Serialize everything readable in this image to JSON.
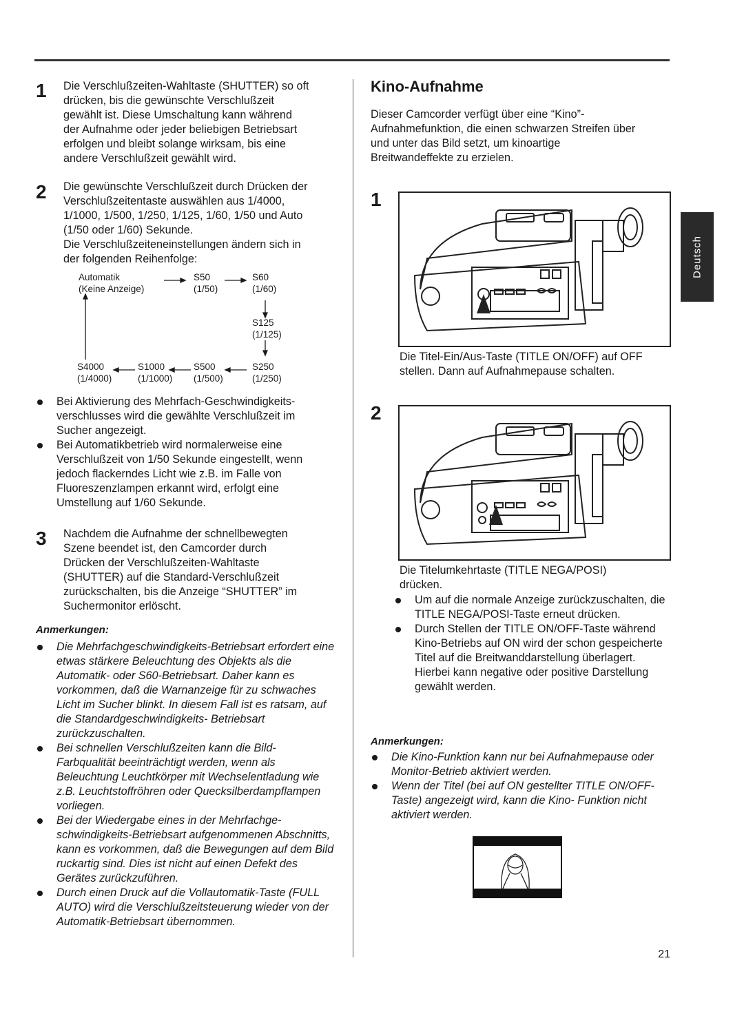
{
  "left": {
    "step1": {
      "num": "1",
      "lines": [
        "Die Verschlußzeiten-Wahltaste (SHUTTER) so oft",
        "drücken, bis die gewünschte Verschlußzeit",
        "gewählt ist. Diese Umschaltung kann während",
        "der Aufnahme oder jeder beliebigen Betriebsart",
        "erfolgen und bleibt solange wirksam, bis eine",
        "andere Verschlußzeit gewählt wird."
      ]
    },
    "step2": {
      "num": "2",
      "lines": [
        "Die gewünschte Verschlußzeit durch Drücken der",
        "Verschlußzeitentaste auswählen aus 1/4000,",
        "1/1000, 1/500, 1/250, 1/125, 1/60, 1/50 und Auto",
        "(1/50 oder 1/60) Sekunde.",
        "Die Verschlußzeiteneinstellungen ändern sich in",
        "der folgenden Reihenfolge:"
      ]
    },
    "sequence": {
      "auto": "Automatik",
      "auto_sub": "(Keine Anzeige)",
      "s50": "S50",
      "s50_sub": "(1/50)",
      "s60": "S60",
      "s60_sub": "(1/60)",
      "s125": "S125",
      "s125_sub": "(1/125)",
      "s4000": "S4000",
      "s4000_sub": "(1/4000)",
      "s1000": "S1000",
      "s1000_sub": "(1/1000)",
      "s500": "S500",
      "s500_sub": "(1/500)",
      "s250": "S250",
      "s250_sub": "(1/250)"
    },
    "bullets": [
      "Bei Aktivierung des Mehrfach-Geschwindigkeits- verschlusses wird die gewählte Verschlußzeit im Sucher angezeigt.",
      "Bei Automatikbetrieb wird normalerweise eine Verschlußzeit von 1/50 Sekunde eingestellt, wenn jedoch flackerndes Licht wie z.B. im Falle von Fluoreszenzlampen erkannt wird, erfolgt eine Umstellung auf 1/60 Sekunde."
    ],
    "step3": {
      "num": "3",
      "lines": [
        "Nachdem die Aufnahme der schnellbewegten",
        "Szene beendet ist, den Camcorder durch",
        "Drücken der Verschlußzeiten-Wahltaste",
        "(SHUTTER) auf die Standard-Verschlußzeit",
        "zurückschalten, bis die Anzeige “SHUTTER” im",
        "Suchermonitor erlöscht."
      ]
    },
    "notes_title": "Anmerkungen:",
    "notes": [
      "Die Mehrfachgeschwindigkeits-Betriebsart erfordert eine etwas stärkere Beleuchtung des Objekts als die Automatik- oder S60-Betriebsart. Daher kann es vorkommen, daß die Warnanzeige für zu schwaches Licht im Sucher blinkt. In diesem Fall ist es ratsam, auf die Standardgeschwindigkeits- Betriebsart zurückzuschalten.",
      "Bei schnellen Verschlußzeiten kann die Bild- Farbqualität beeinträchtigt werden, wenn als Beleuchtung Leuchtkörper mit Wechselentladung wie z.B. Leuchtstoffröhren oder Quecksilberdampflampen vorliegen.",
      "Bei der Wiedergabe eines in der Mehrfachge- schwindigkeits-Betriebsart aufgenommenen Abschnitts, kann es vorkommen, daß die Bewegungen auf dem Bild ruckartig sind. Dies ist nicht auf einen Defekt des Gerätes zurückzuführen.",
      "Durch einen Druck auf die Vollautomatik-Taste (FULL AUTO) wird die Verschlußzeitsteuerung wieder von der Automatik-Betriebsart übernommen."
    ]
  },
  "right": {
    "title": "Kino-Aufnahme",
    "intro": [
      "Dieser Camcorder verfügt über eine “Kino”-",
      "Aufnahmefunktion, die einen schwarzen Streifen über",
      "und unter das Bild setzt, um kinoartige",
      "Breitwandeffekte zu erzielen."
    ],
    "fig1_num": "1",
    "fig1_caption": [
      "Die Titel-Ein/Aus-Taste (TITLE ON/OFF) auf OFF",
      "stellen. Dann auf Aufnahmepause schalten."
    ],
    "fig2_num": "2",
    "fig2_caption": [
      "Die Titelumkehrtaste (TITLE NEGA/POSI)",
      "drücken."
    ],
    "fig2_bullets": [
      "Um auf die normale Anzeige zurückzuschalten, die TITLE NEGA/POSI-Taste erneut drücken.",
      "Durch Stellen der TITLE ON/OFF-Taste während Kino-Betriebs auf ON wird der schon gespeicherte Titel auf die Breitwanddarstellung überlagert. Hierbei kann negative oder positive Darstellung gewählt werden."
    ],
    "notes_title": "Anmerkungen:",
    "notes": [
      "Die Kino-Funktion kann nur bei Aufnahmepause oder Monitor-Betrieb aktiviert werden.",
      "Wenn der Titel (bei auf ON gestellter TITLE ON/OFF-Taste) angezeigt wird, kann die Kino- Funktion nicht aktiviert werden."
    ]
  },
  "side_tab": "Deutsch",
  "page_number": "21"
}
